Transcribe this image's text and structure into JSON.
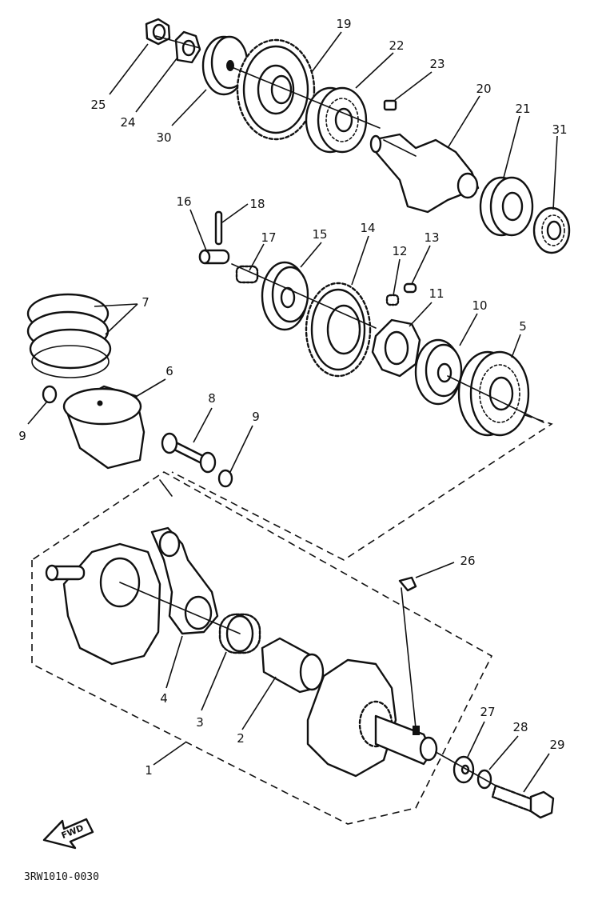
{
  "diagram": {
    "reference_code": "3RW1010-0030",
    "fwd_label": "FWD",
    "callouts": [
      {
        "key": "c25",
        "label": "25"
      },
      {
        "key": "c24",
        "label": "24"
      },
      {
        "key": "c30",
        "label": "30"
      },
      {
        "key": "c19",
        "label": "19"
      },
      {
        "key": "c22",
        "label": "22"
      },
      {
        "key": "c23",
        "label": "23"
      },
      {
        "key": "c20",
        "label": "20"
      },
      {
        "key": "c21",
        "label": "21"
      },
      {
        "key": "c31",
        "label": "31"
      },
      {
        "key": "c16",
        "label": "16"
      },
      {
        "key": "c18",
        "label": "18"
      },
      {
        "key": "c17",
        "label": "17"
      },
      {
        "key": "c15",
        "label": "15"
      },
      {
        "key": "c14",
        "label": "14"
      },
      {
        "key": "c12",
        "label": "12"
      },
      {
        "key": "c13",
        "label": "13"
      },
      {
        "key": "c7",
        "label": "7"
      },
      {
        "key": "c11",
        "label": "11"
      },
      {
        "key": "c10",
        "label": "10"
      },
      {
        "key": "c5",
        "label": "5"
      },
      {
        "key": "c6",
        "label": "6"
      },
      {
        "key": "c9a",
        "label": "9"
      },
      {
        "key": "c8",
        "label": "8"
      },
      {
        "key": "c9b",
        "label": "9"
      },
      {
        "key": "c26",
        "label": "26"
      },
      {
        "key": "c4",
        "label": "4"
      },
      {
        "key": "c3",
        "label": "3"
      },
      {
        "key": "c2",
        "label": "2"
      },
      {
        "key": "c27",
        "label": "27"
      },
      {
        "key": "c28",
        "label": "28"
      },
      {
        "key": "c29",
        "label": "29"
      },
      {
        "key": "c1",
        "label": "1"
      }
    ]
  }
}
